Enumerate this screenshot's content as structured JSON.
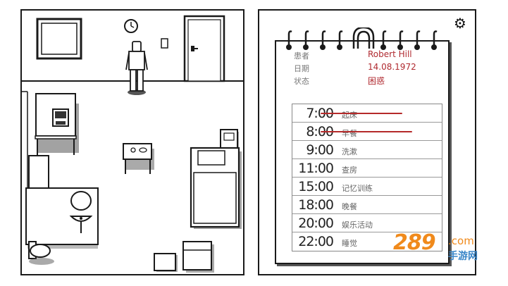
{
  "patient": {
    "labels": {
      "patient": "患者",
      "date": "日期",
      "status": "状态"
    },
    "name": "Robert Hill",
    "birthdate": "14.08.1972",
    "status": "困惑"
  },
  "schedule": [
    {
      "time": "7:00",
      "activity": "起床",
      "done": true
    },
    {
      "time": "8:00",
      "activity": "早餐",
      "done": true
    },
    {
      "time": "9:00",
      "activity": "洗漱",
      "done": false
    },
    {
      "time": "11:00",
      "activity": "查房",
      "done": false
    },
    {
      "time": "15:00",
      "activity": "记忆训练",
      "done": false
    },
    {
      "time": "18:00",
      "activity": "晚餐",
      "done": false
    },
    {
      "time": "20:00",
      "activity": "娱乐活动",
      "done": false
    },
    {
      "time": "22:00",
      "activity": "睡觉",
      "done": false
    }
  ],
  "settings": {
    "icon": "gear-icon"
  },
  "watermark": {
    "number": "289",
    "suffix": ".com",
    "text": "手游网"
  },
  "colors": {
    "ink": "#1a1a1a",
    "accent_red": "#b02a30",
    "watermark_orange": "#f08a1c",
    "watermark_blue": "#3a86c8"
  }
}
